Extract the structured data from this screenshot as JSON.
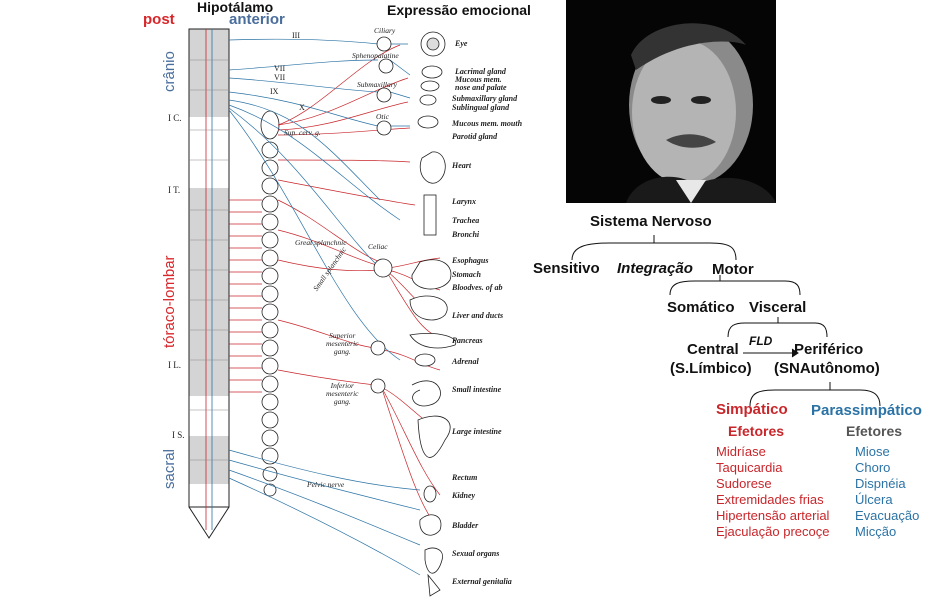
{
  "header": {
    "hypothalamus": "Hipotálamo",
    "post": "post",
    "anterior": "anterior",
    "emotional": "Expressão emocional"
  },
  "regions": {
    "cranio": "crânio",
    "toraco_lombar": "tóraco-lombar",
    "sacral": "sacral"
  },
  "levels": {
    "ic": "I C.",
    "it": "I T.",
    "il": "I L.",
    "is": "I S."
  },
  "cranial_nerves": [
    "III",
    "VII",
    "VII",
    "IX",
    "X"
  ],
  "ganglia": {
    "ciliary": "Ciliary",
    "sphenopalatine": "Sphenopalatine",
    "submaxillary": "Submaxillary",
    "otic": "Otic",
    "sup_cerv": "Sup. cerv. g.",
    "great_splanchnic": "Great splanchnic",
    "small_splanchnic": "Small splanchnic",
    "celiac": "Celiac",
    "superior_mesenteric": [
      "Superior",
      "mesenteric",
      "gang."
    ],
    "inferior_mesenteric": [
      "Inferior",
      "mesenteric",
      "gang."
    ],
    "pelvic_nerve": "Pelvic nerve"
  },
  "organs": [
    "Eye",
    "Lacrimal gland",
    "Mucous mem.",
    "nose and palate",
    "Submaxillary gland",
    "Sublingual gland",
    "Mucous mem. mouth",
    "Parotid gland",
    "Heart",
    "Larynx",
    "Trachea",
    "Bronchi",
    "Esophagus",
    "Stomach",
    "Bloodves. of ab",
    "Liver and ducts",
    "Pancreas",
    "Adrenal",
    "Small intestine",
    "Large intestine",
    "Rectum",
    "Kidney",
    "Bladder",
    "Sexual organs",
    "External genitalia"
  ],
  "tree": {
    "root": "Sistema Nervoso",
    "sensitivo": "Sensitivo",
    "integracao": "Integração",
    "motor": "Motor",
    "somatico": "Somático",
    "visceral": "Visceral",
    "central": "Central",
    "fld": "FLD",
    "periferico": "Periférico",
    "slimbico": "(S.Límbico)",
    "snautonomo": "(SNAutônomo)"
  },
  "simpatico": {
    "title": "Simpático",
    "efetores": "Efetores",
    "items": [
      "Midríase",
      "Taquicardia",
      "Sudorese",
      "Extremidades frias",
      "Hipertensão arterial",
      "Ejaculação precoçe"
    ]
  },
  "parassimpatico": {
    "title": "Parassimpático",
    "efetores": "Efetores",
    "items": [
      "Miose",
      "Choro",
      "Dispnéia",
      "Úlcera",
      "Evacuação",
      "Micção"
    ]
  },
  "colors": {
    "sympathetic": "#c8262b",
    "parasympathetic": "#2b73a5",
    "post_label": "#d8262a",
    "anterior_label": "#4a6e9c",
    "gray_region": "#d4d4d4"
  }
}
